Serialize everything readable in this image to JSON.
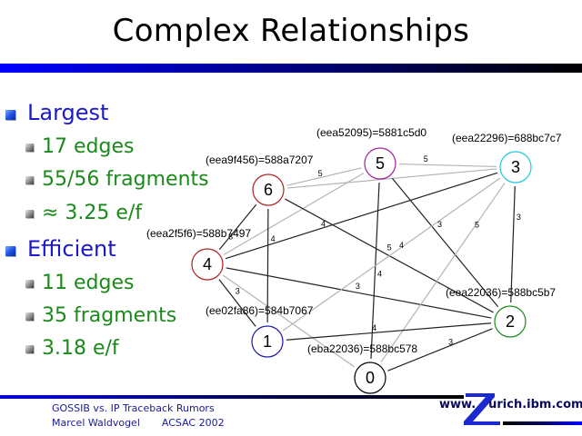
{
  "slide": {
    "title": "Complex Relationships",
    "accent_color": "#0000ff"
  },
  "bullets": [
    {
      "label": "Largest",
      "sub": [
        "17 edges",
        "55/56 fragments",
        "≈ 3.25 e/f"
      ]
    },
    {
      "label": "Efficient",
      "sub": [
        "11 edges",
        "35 fragments",
        "3.18 e/f"
      ]
    }
  ],
  "graph": {
    "nodes": [
      {
        "id": "0",
        "hash": "(eba22036)=588bc578",
        "color": "#000000"
      },
      {
        "id": "1",
        "hash": "(ee02fa86)=584b7067",
        "color": "#1a1aa0"
      },
      {
        "id": "2",
        "hash": "(eea22036)=588bc5b7",
        "color": "#1a8a1a"
      },
      {
        "id": "3",
        "hash": "(eea22296)=688bc7c7",
        "color": "#22c8d8"
      },
      {
        "id": "4",
        "hash": "(eea2f5f6)=588b7497",
        "color": "#b02020"
      },
      {
        "id": "5",
        "hash": "(eea52095)=5881c5d0",
        "color": "#a020a0"
      },
      {
        "id": "6",
        "hash": "(eea9f456)=588a7207",
        "color": "#b02020"
      }
    ],
    "edges": [
      {
        "from": "4",
        "to": "6",
        "weight": "3"
      },
      {
        "from": "4",
        "to": "1",
        "weight": "3"
      },
      {
        "from": "4",
        "to": "5",
        "weight": ""
      },
      {
        "from": "4",
        "to": "3",
        "weight": "4"
      },
      {
        "from": "4",
        "to": "2",
        "weight": "3"
      },
      {
        "from": "4",
        "to": "0",
        "weight": ""
      },
      {
        "from": "6",
        "to": "5",
        "weight": "5"
      },
      {
        "from": "6",
        "to": "3",
        "weight": ""
      },
      {
        "from": "6",
        "to": "1",
        "weight": "4"
      },
      {
        "from": "6",
        "to": "2",
        "weight": "5"
      },
      {
        "from": "5",
        "to": "3",
        "weight": "5"
      },
      {
        "from": "5",
        "to": "2",
        "weight": "3"
      },
      {
        "from": "5",
        "to": "0",
        "weight": "4"
      },
      {
        "from": "3",
        "to": "2",
        "weight": "3"
      },
      {
        "from": "3",
        "to": "1",
        "weight": "4"
      },
      {
        "from": "3",
        "to": "0",
        "weight": "5"
      },
      {
        "from": "1",
        "to": "2",
        "weight": "4"
      },
      {
        "from": "0",
        "to": "2",
        "weight": "3"
      }
    ]
  },
  "footer": {
    "line1": "GOSSIB vs. IP Traceback Rumors",
    "author": "Marcel Waldvogel",
    "venue": "ACSAC 2002",
    "logo_prefix": "www.",
    "logo_suffix": "urich.ibm.com"
  }
}
